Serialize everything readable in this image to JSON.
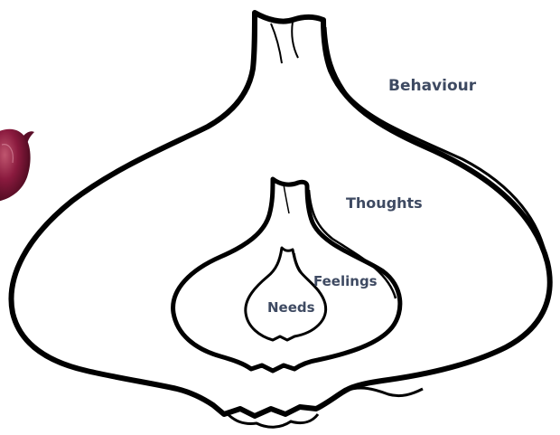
{
  "diagram": {
    "layers": [
      {
        "key": "behaviour",
        "label": "Behaviour"
      },
      {
        "key": "thoughts",
        "label": "Thoughts"
      },
      {
        "key": "feelings",
        "label": "Feelings"
      },
      {
        "key": "needs",
        "label": "Needs"
      }
    ]
  },
  "colors": {
    "outline": "#000000",
    "label_text": "#3e4a62",
    "red_onion_dark": "#4a0a22",
    "red_onion_mid": "#8a1a3e",
    "red_onion_light": "#c0566f"
  }
}
